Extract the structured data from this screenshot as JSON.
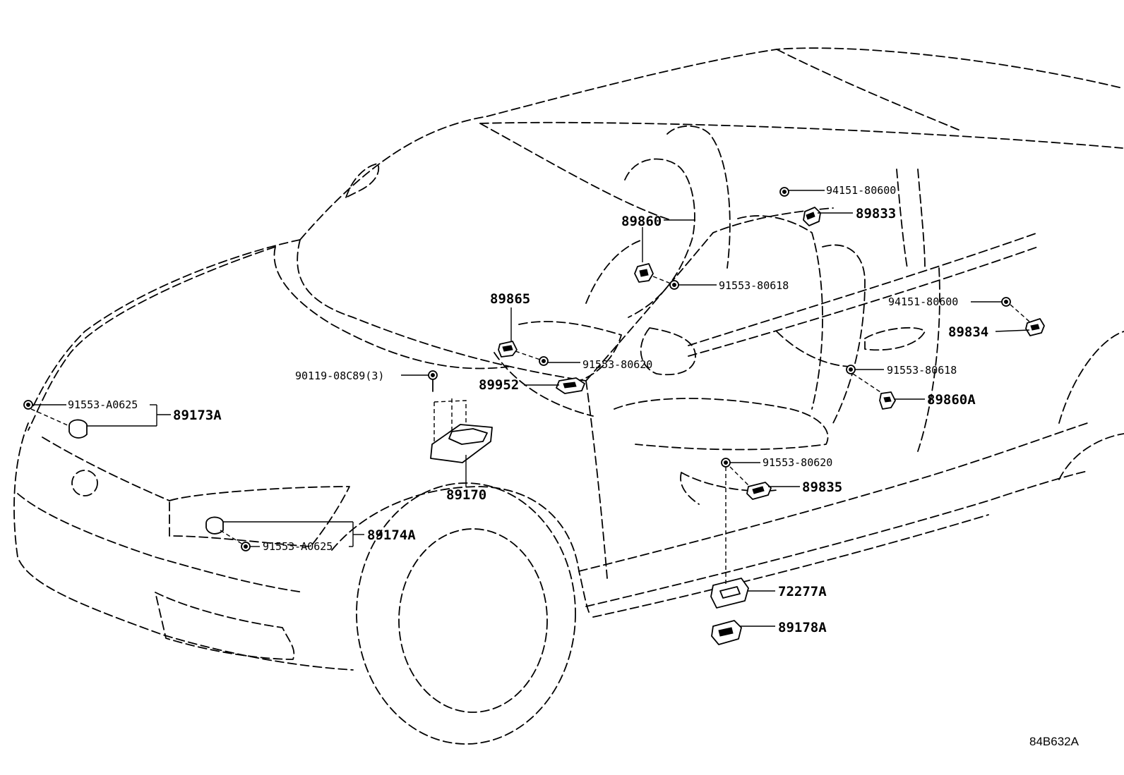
{
  "labels": {
    "p89860": "89860",
    "p89833": "89833",
    "p94151_top": "94151-80600",
    "p91553_80618_top": "91553-80618",
    "p89865": "89865",
    "p91553_80620_mid": "91553-80620",
    "p90119": "90119-08C89(3)",
    "p89952": "89952",
    "p91553_A0625_left": "91553-A0625",
    "p89173A": "89173A",
    "p94151_right": "94151-80600",
    "p89834": "89834",
    "p91553_80618_right": "91553-80618",
    "p89860A": "89860A",
    "p91553_80620_low": "91553-80620",
    "p89835": "89835",
    "p89170": "89170",
    "p89174A": "89174A",
    "p91553_A0625_low": "91553-A0625",
    "p72277A": "72277A",
    "p89178A": "89178A"
  },
  "figure_code": "84B632A"
}
